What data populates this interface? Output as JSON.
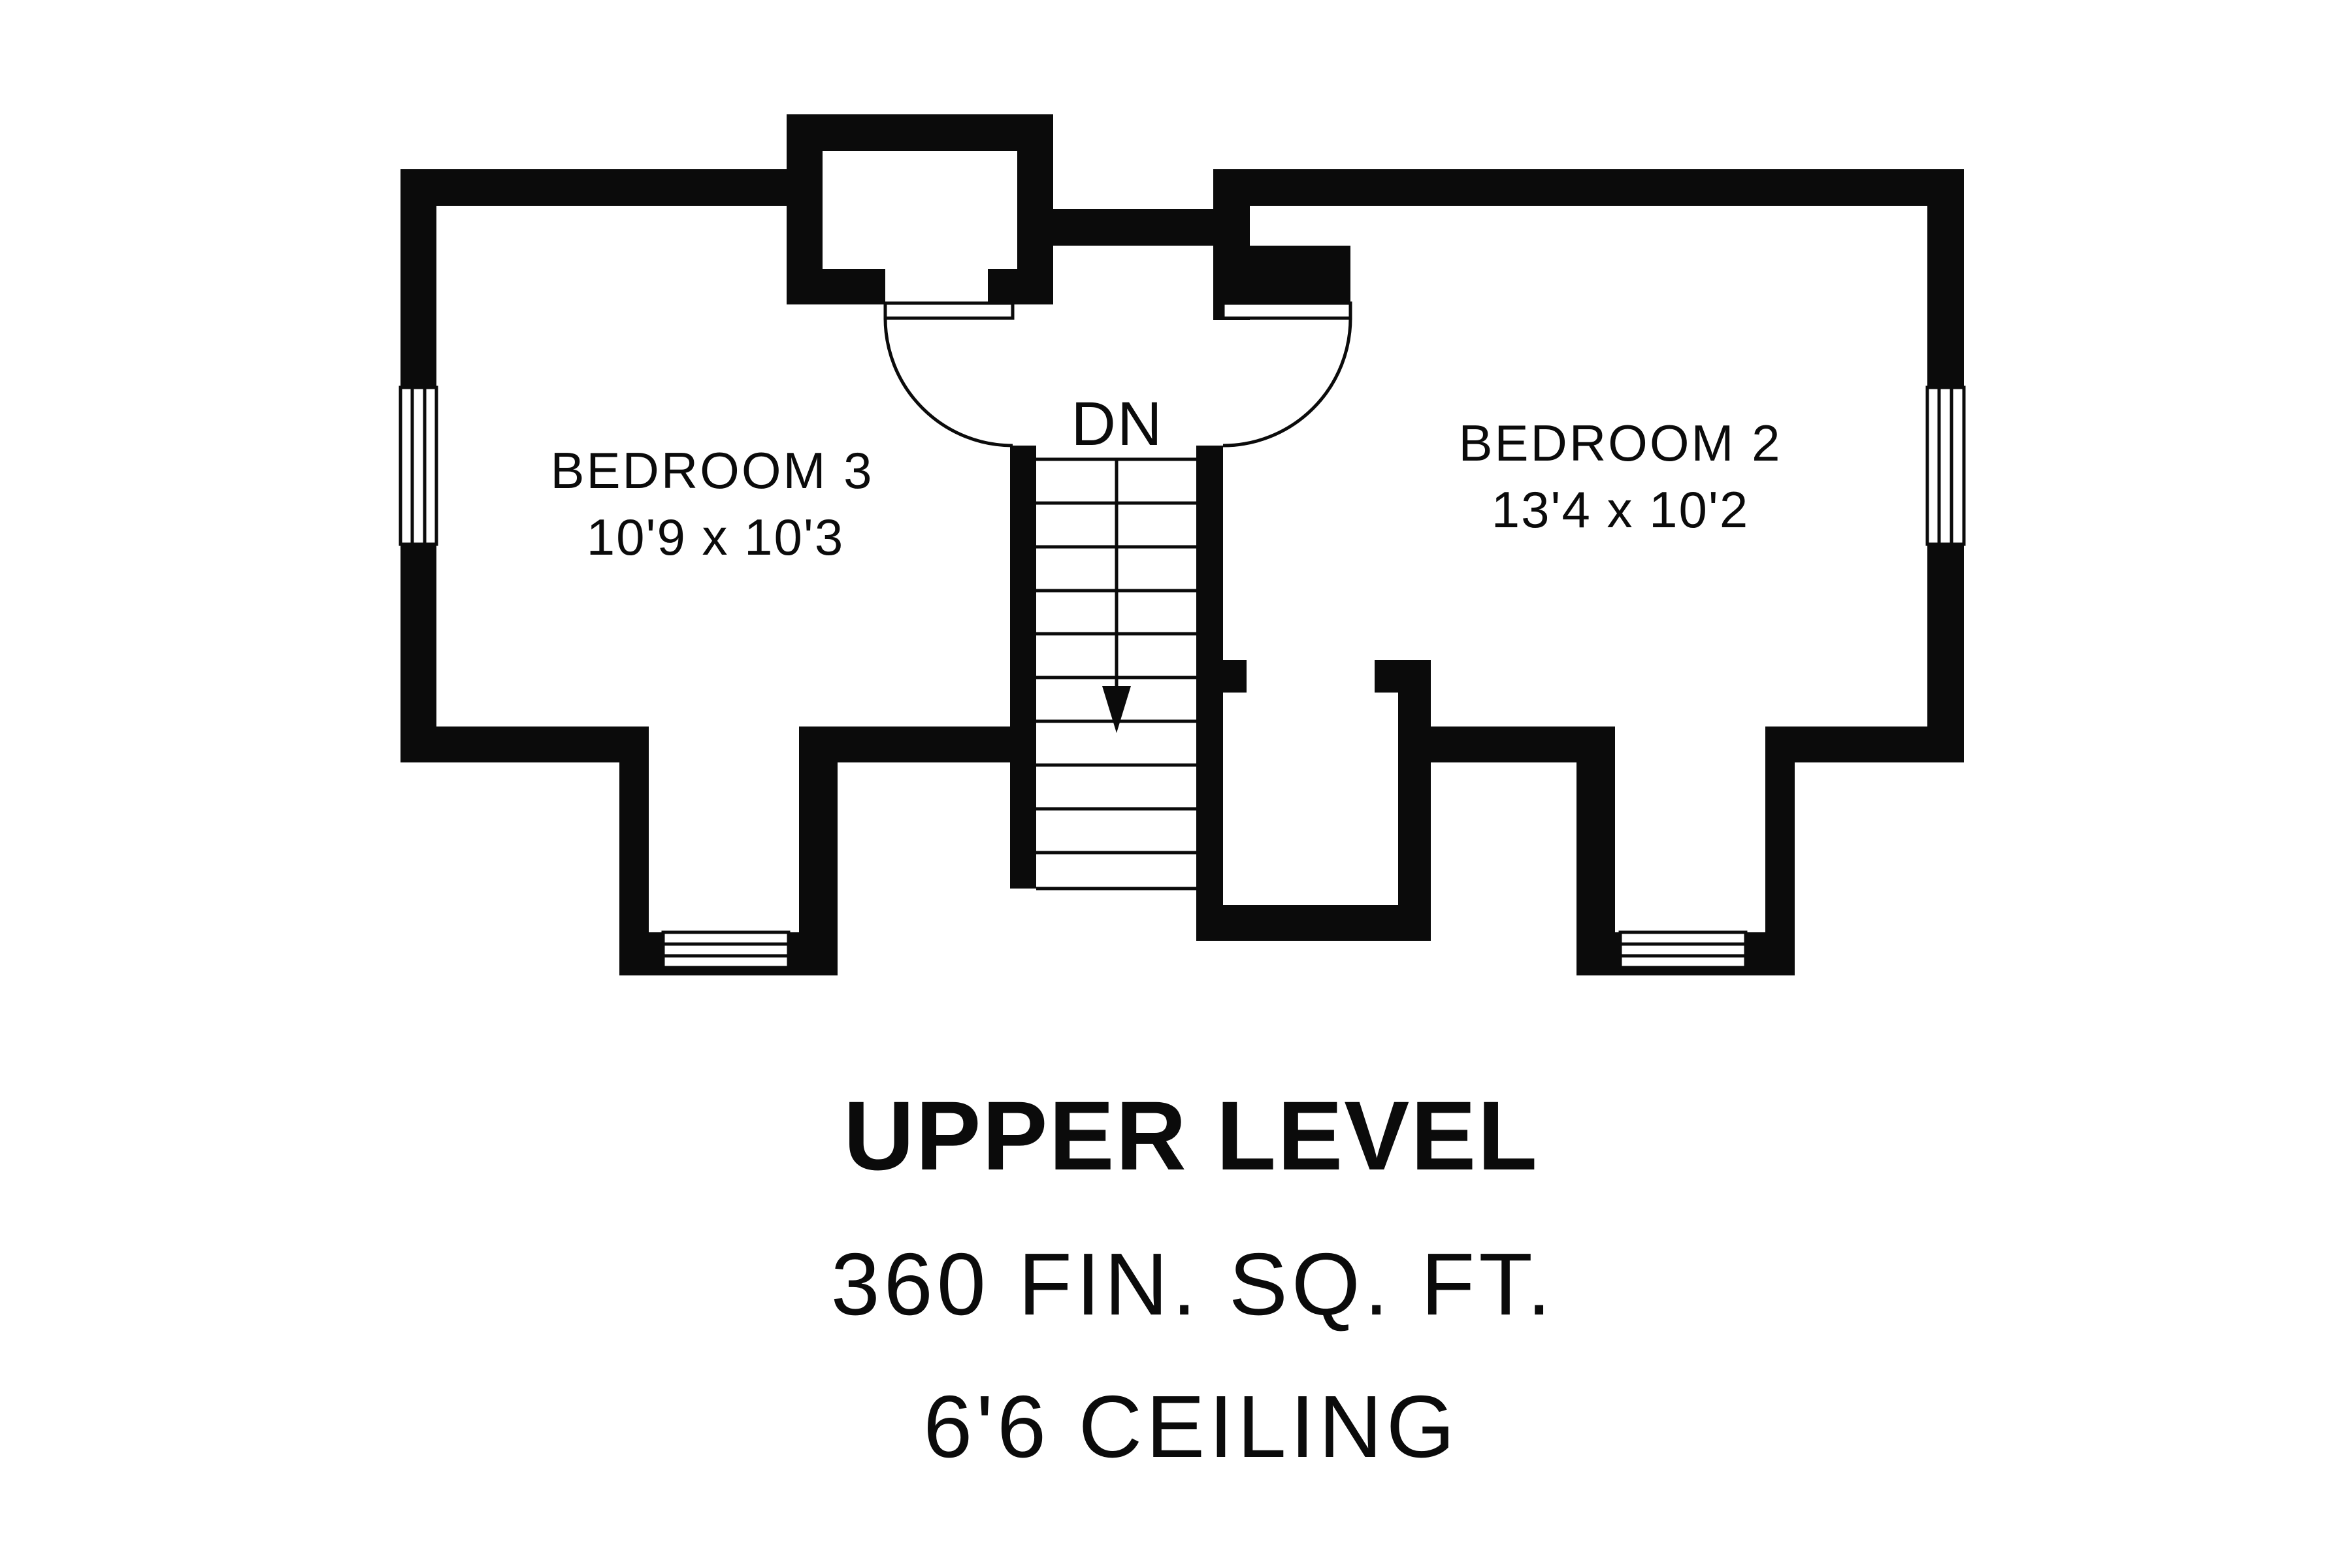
{
  "plan": {
    "ink_color": "#0b0b0b",
    "background_color": "#ffffff",
    "rooms": [
      {
        "name": "BEDROOM 3",
        "dimensions": "10'9 x 10'3"
      },
      {
        "name": "BEDROOM 2",
        "dimensions": "13'4 x 10'2"
      }
    ],
    "stairs": {
      "label": "DN",
      "direction": "down"
    }
  },
  "caption": {
    "title": "UPPER LEVEL",
    "area": "360 FIN. SQ. FT.",
    "ceiling": "6'6 CEILING"
  }
}
